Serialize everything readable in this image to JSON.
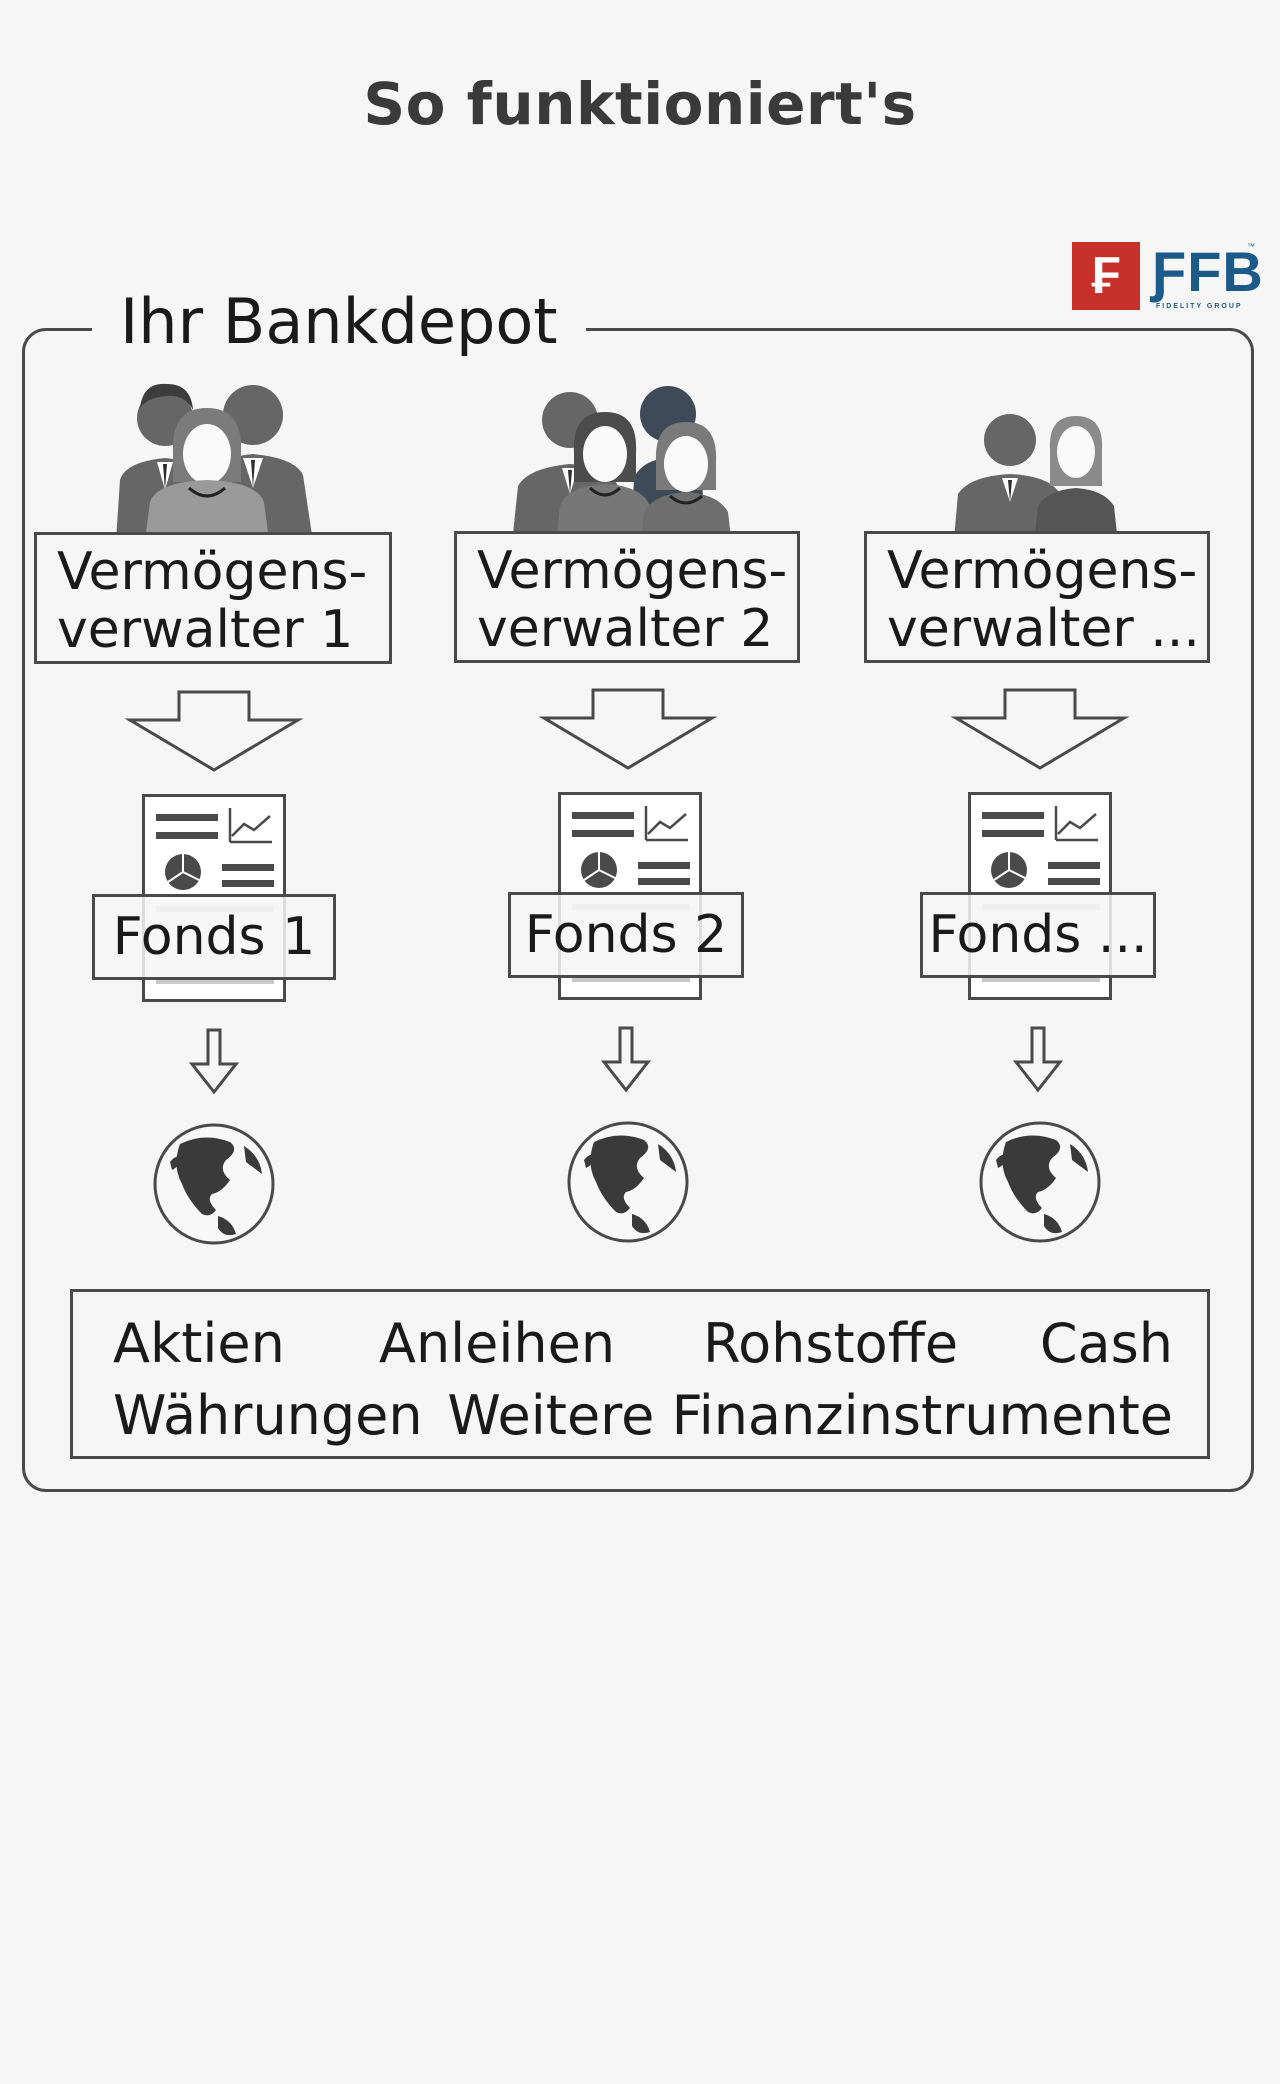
{
  "title": "So funktioniert's",
  "logo": {
    "letter": "₣",
    "text": "ƑFB",
    "subtitle": "FIDELITY GROUP",
    "tm": "™",
    "accent": "#c8302c",
    "brand": "#1c5a8a"
  },
  "depot_label": "Ihr Bankdepot",
  "columns": [
    {
      "manager_line1": "Vermögens-",
      "manager_line2": "verwalter 1",
      "fund": "Fonds 1"
    },
    {
      "manager_line1": "Vermögens-",
      "manager_line2": "verwalter 2",
      "fund": "Fonds 2"
    },
    {
      "manager_line1": "Vermögens-",
      "manager_line2": "verwalter ...",
      "fund": "Fonds ..."
    }
  ],
  "assets": {
    "row1": [
      "Aktien",
      "Anleihen",
      "Rohstoffe",
      "Cash"
    ],
    "row2": [
      "Währungen",
      "Weitere Finanzinstrumente"
    ]
  }
}
